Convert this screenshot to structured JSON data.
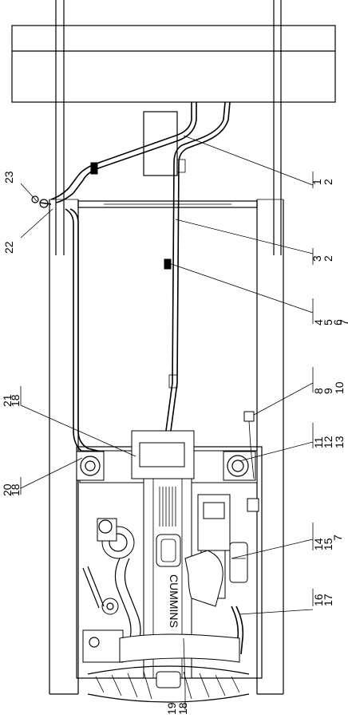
{
  "callouts": [
    {
      "id": "c1",
      "text": "1"
    },
    {
      "id": "c2",
      "text": "2"
    },
    {
      "id": "c3",
      "text": "3"
    },
    {
      "id": "c2b",
      "text": "2"
    },
    {
      "id": "c4",
      "text": "4"
    },
    {
      "id": "c5",
      "text": "5"
    },
    {
      "id": "c6",
      "text": "6"
    },
    {
      "id": "c7",
      "text": "7"
    },
    {
      "id": "c8",
      "text": "8"
    },
    {
      "id": "c9",
      "text": "9"
    },
    {
      "id": "c10",
      "text": "10"
    },
    {
      "id": "c11",
      "text": "11"
    },
    {
      "id": "c12",
      "text": "12"
    },
    {
      "id": "c13",
      "text": "13"
    },
    {
      "id": "c14",
      "text": "14"
    },
    {
      "id": "c15",
      "text": "15"
    },
    {
      "id": "c7b",
      "text": "7"
    },
    {
      "id": "c16",
      "text": "16"
    },
    {
      "id": "c17",
      "text": "17"
    },
    {
      "id": "c21",
      "text": "21"
    },
    {
      "id": "c18a",
      "text": "18"
    },
    {
      "id": "c20",
      "text": "20"
    },
    {
      "id": "c18b",
      "text": "18"
    },
    {
      "id": "c19",
      "text": "19"
    },
    {
      "id": "c18c",
      "text": "18"
    },
    {
      "id": "c22",
      "text": "22"
    },
    {
      "id": "c23",
      "text": "23"
    }
  ],
  "engine_brand": "CUMMINS"
}
